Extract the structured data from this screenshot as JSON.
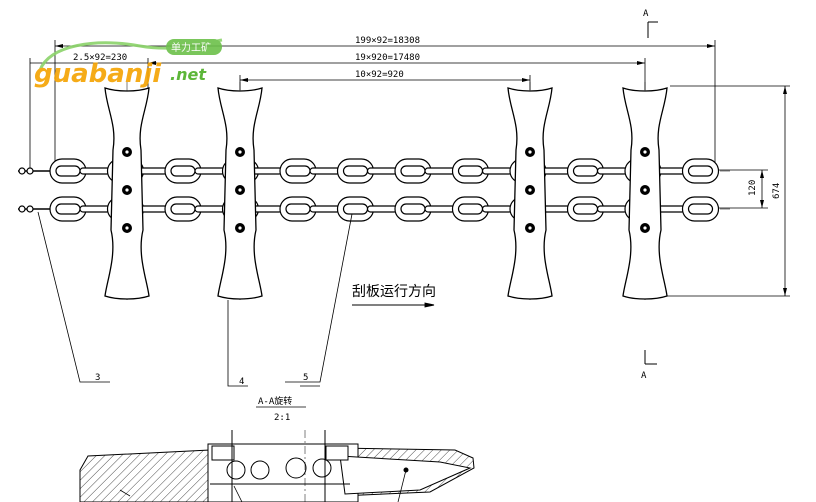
{
  "watermark": {
    "brand": "guabanji",
    "suffix": ".net",
    "badge": "单力工矿",
    "colors": {
      "brand": "#f5a300",
      "suffix": "#4caf24",
      "badge": "#6cc04a"
    }
  },
  "dimensions": {
    "total": "199×92=18308",
    "mid": "19×920=17480",
    "inner": "10×92=920",
    "left": "2.5×92=230",
    "height_small": "120",
    "height_total": "674"
  },
  "section": {
    "top_marker": "A",
    "bottom_marker": "A",
    "title": "A-A旋转",
    "scale": "2:1"
  },
  "callouts": [
    "3",
    "4",
    "5"
  ],
  "direction_caption": "刮板运行方向",
  "colors": {
    "line": "#000000",
    "hatch": "#000000",
    "paper": "#ffffff"
  }
}
